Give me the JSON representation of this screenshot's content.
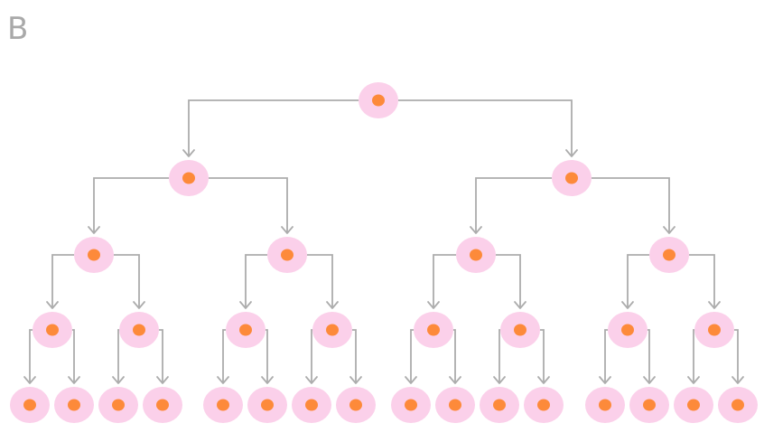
{
  "panel": {
    "label": "B"
  },
  "diagram": {
    "type": "binary-division-tree",
    "generations": 5,
    "cells_per_generation": [
      1,
      2,
      4,
      8,
      16
    ],
    "colors": {
      "cell_membrane": "#fbd0ea",
      "cell_nucleus": "#fd8a3a",
      "connector": "#acacac"
    }
  }
}
